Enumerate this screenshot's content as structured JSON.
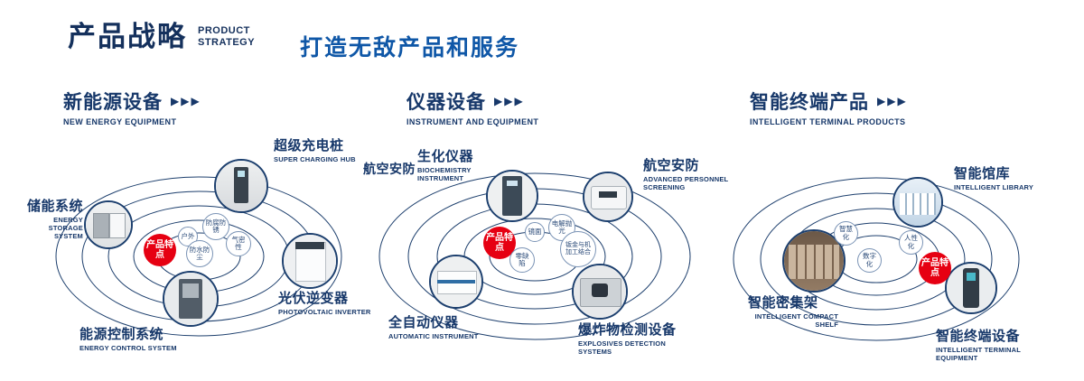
{
  "header": {
    "title": "产品战略",
    "subtitle1": "PRODUCT",
    "subtitle2": "STRATEGY",
    "tagline": "打造无敌产品和服务"
  },
  "icons": {
    "section_arrow": "▶▶▶"
  },
  "colors": {
    "navy": "#17386a",
    "blue": "#0f57a7",
    "red": "#e60012"
  },
  "sections": [
    {
      "title": "新能源设备",
      "subtitle": "NEW ENERGY EQUIPMENT",
      "badge": "产品特点",
      "tags": [
        "户外",
        "防腐防锈",
        "气密性",
        "防水防尘"
      ],
      "nodes": [
        {
          "zh": "储能系统",
          "en": "ENERGY STORAGE SYSTEM"
        },
        {
          "zh": "超级充电桩",
          "en": "SUPER CHARGING HUB"
        },
        {
          "zh": "光伏逆变器",
          "en": "PHOTOVOLTAIC INVERTER"
        },
        {
          "zh": "能源控制系统",
          "en": "ENERGY CONTROL SYSTEM"
        }
      ]
    },
    {
      "title": "仪器设备",
      "subtitle": "INSTRUMENT AND EQUIPMENT",
      "badge": "产品特点",
      "extra_label": "航空安防",
      "tags": [
        "镜面",
        "电解抛光",
        "零缺陷",
        "钣金与机加工结合"
      ],
      "nodes": [
        {
          "zh": "生化仪器",
          "en": "BIOCHEMISTRY INSTRUMENT"
        },
        {
          "zh": "航空安防",
          "en": "ADVANCED PERSONNEL SCREENING"
        },
        {
          "zh": "全自动仪器",
          "en": "AUTOMATIC INSTRUMENT"
        },
        {
          "zh": "爆炸物检测设备",
          "en": "EXPLOSIVES DETECTION SYSTEMS"
        }
      ]
    },
    {
      "title": "智能终端产品",
      "subtitle": "INTELLIGENT TERMINAL PRODUCTS",
      "badge": "产品特点",
      "tags": [
        "智慧化",
        "人性化",
        "数字化"
      ],
      "nodes": [
        {
          "zh": "智能馆库",
          "en": "INTELLIGENT LIBRARY"
        },
        {
          "zh": "智能密集架",
          "en": "INTELLIGENT COMPACT SHELF"
        },
        {
          "zh": "智能终端设备",
          "en": "INTELLIGENT TERMINAL EQUIPMENT"
        }
      ]
    }
  ]
}
